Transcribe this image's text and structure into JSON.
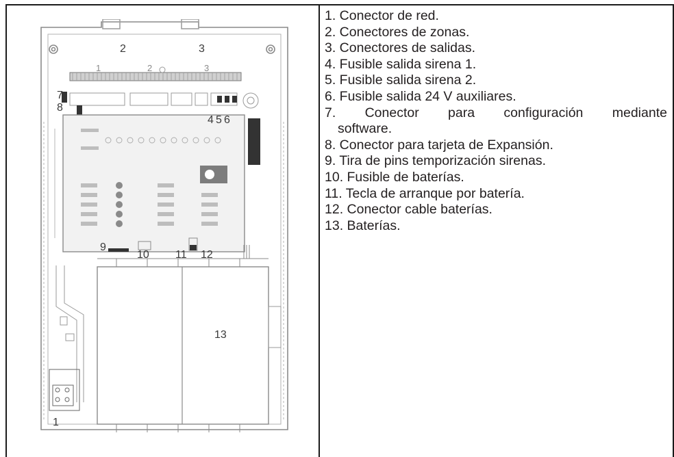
{
  "diagram": {
    "callouts": {
      "n1": "1",
      "n2": "2",
      "n3": "3",
      "n4": "4",
      "n5": "5",
      "n6": "6",
      "n7": "7",
      "n8": "8",
      "n9": "9",
      "n10": "10",
      "n11": "11",
      "n12": "12",
      "n13": "13"
    }
  },
  "legend": {
    "items": [
      "1. Conector de red.",
      "2. Conectores de zonas.",
      "3. Conectores de salidas.",
      "4. Fusible salida sirena 1.",
      "5. Fusible salida sirena 2.",
      "6. Fusible salida 24 V auxiliares.",
      "7. Conector para configuración mediante software.",
      "8. Conector para tarjeta de Expansión.",
      "9. Tira de pins temporización sirenas.",
      "10. Fusible de baterías.",
      "11. Tecla de arranque por batería.",
      "12. Conector cable baterías.",
      "13. Baterías."
    ],
    "item7_words": [
      "7.",
      "Conector",
      "para",
      "configuración",
      "mediante"
    ],
    "item7_cont": "software."
  }
}
